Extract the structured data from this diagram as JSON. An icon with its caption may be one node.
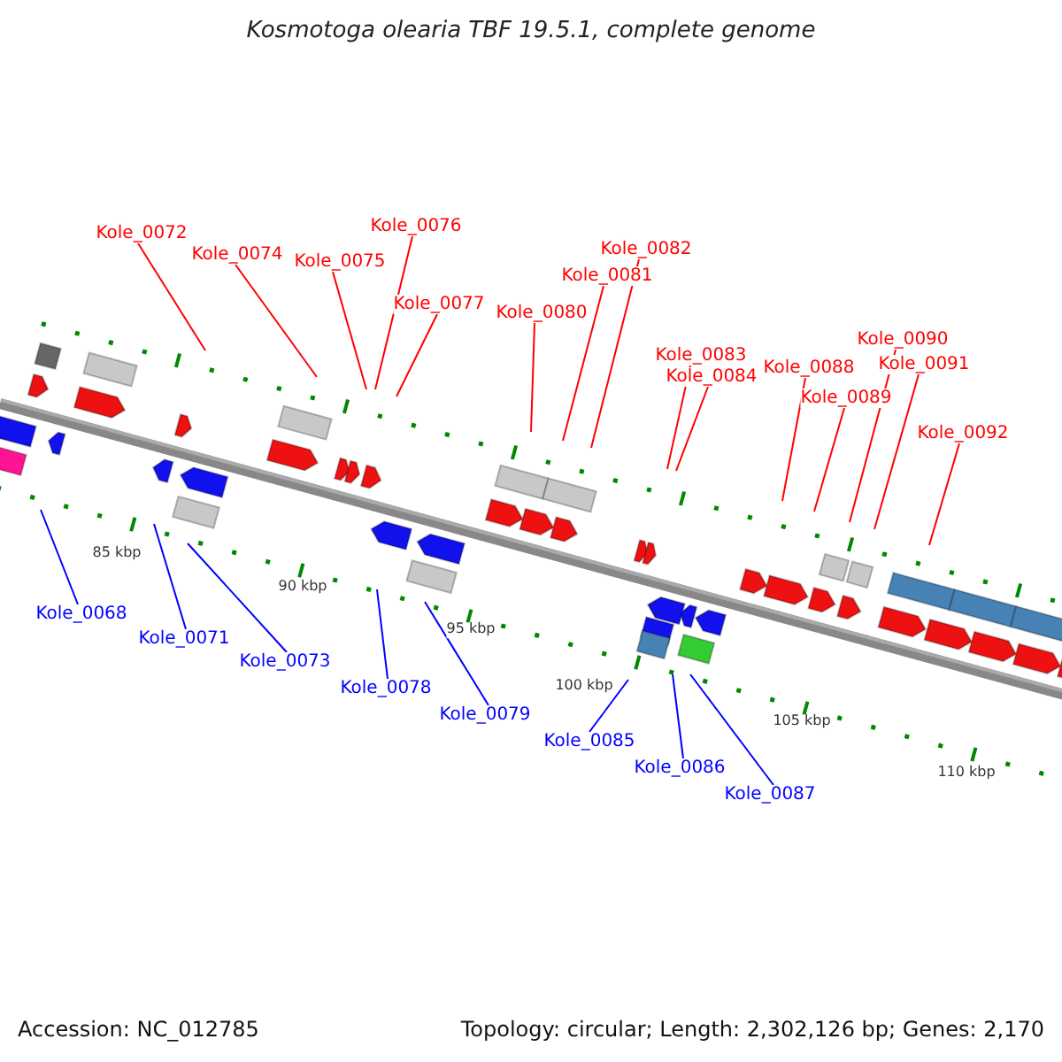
{
  "diagram": {
    "title": "Kosmotoga olearia TBF 19.5.1, complete genome",
    "nodes": [
      {
        "text": [
          "Kole_0068"
        ]
      },
      {
        "text": [
          "Kole_0071"
        ]
      },
      {
        "text": [
          "Kole_0072"
        ]
      },
      {
        "text": [
          "Kole_0073"
        ]
      },
      {
        "text": [
          "Kole_0074"
        ]
      },
      {
        "text": [
          "Kole_0075"
        ]
      },
      {
        "text": [
          "Kole_0076"
        ]
      },
      {
        "text": [
          "Kole_0077"
        ]
      },
      {
        "text": [
          "Kole_0078"
        ]
      },
      {
        "text": [
          "Kole_0079"
        ]
      },
      {
        "text": [
          "Kole_0080"
        ]
      },
      {
        "text": [
          "Kole_0081"
        ]
      },
      {
        "text": [
          "Kole_0082"
        ]
      },
      {
        "text": [
          "Kole_0083"
        ]
      },
      {
        "text": [
          "Kole_0084"
        ]
      },
      {
        "text": [
          "Kole_0085"
        ]
      },
      {
        "text": [
          "Kole_0086"
        ]
      },
      {
        "text": [
          "Kole_0087"
        ]
      },
      {
        "text": [
          "Kole_0088"
        ]
      },
      {
        "text": [
          "Kole_0089"
        ]
      },
      {
        "text": [
          "Kole_0090"
        ]
      },
      {
        "text": [
          "Kole_0091"
        ]
      },
      {
        "text": [
          "Kole_0092"
        ]
      }
    ],
    "edges": [
      {
        "from": 0,
        "to": null,
        "arrow": "none",
        "color": "#0000ff"
      },
      {
        "from": 1,
        "to": null,
        "arrow": "none",
        "color": "#0000ff"
      },
      {
        "from": 2,
        "to": null,
        "arrow": "none"
      },
      {
        "from": 3,
        "to": null,
        "arrow": "none",
        "color": "#0000ff"
      },
      {
        "from": 4,
        "to": null,
        "arrow": "none"
      },
      {
        "from": 5,
        "to": null,
        "arrow": "none"
      },
      {
        "from": 6,
        "to": null,
        "arrow": "none"
      },
      {
        "from": 7,
        "to": null,
        "arrow": "none"
      },
      {
        "from": 8,
        "to": null,
        "arrow": "none",
        "color": "#0000ff"
      },
      {
        "from": 9,
        "to": null,
        "arrow": "none",
        "color": "#0000ff"
      },
      {
        "from": 10,
        "to": null,
        "arrow": "none"
      },
      {
        "from": 11,
        "to": null,
        "arrow": "none"
      },
      {
        "from": 12,
        "to": null,
        "arrow": "none"
      },
      {
        "from": 13,
        "to": null,
        "arrow": "none"
      },
      {
        "from": 14,
        "to": null,
        "arrow": "none"
      },
      {
        "from": 15,
        "to": null,
        "arrow": "none",
        "color": "#0000ff"
      },
      {
        "from": 16,
        "to": null,
        "arrow": "none",
        "color": "#0000ff"
      },
      {
        "from": 17,
        "to": null,
        "arrow": "none",
        "color": "#0000ff"
      },
      {
        "from": 18,
        "to": null,
        "arrow": "none"
      },
      {
        "from": 19,
        "to": null,
        "arrow": "none"
      },
      {
        "from": 20,
        "to": null,
        "arrow": "none"
      },
      {
        "from": 21,
        "to": null,
        "arrow": "none"
      },
      {
        "from": 22,
        "to": null,
        "arrow": "none"
      }
    ],
    "labels": [
      "85 kbp",
      "90 kbp",
      "95 kbp",
      "100 kbp",
      "105 kbp",
      "110 kbp",
      "Accession: NC_012785",
      "Topology: circular; Length: 2,302,126 bp; Genes: 2,170"
    ]
  }
}
